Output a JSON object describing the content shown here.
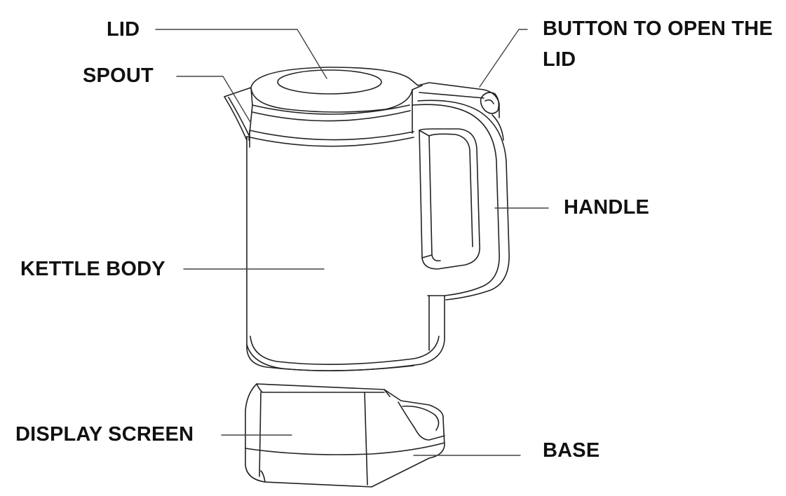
{
  "diagram": {
    "labels": {
      "lid": "LID",
      "spout": "SPOUT",
      "button": "BUTTON TO OPEN THE LID",
      "handle": "HANDLE",
      "kettle_body": "KETTLE BODY",
      "display_screen": "DISPLAY SCREEN",
      "base": "BASE"
    },
    "colors": {
      "line": "#222222",
      "leader": "#444444",
      "background": "#ffffff"
    }
  }
}
